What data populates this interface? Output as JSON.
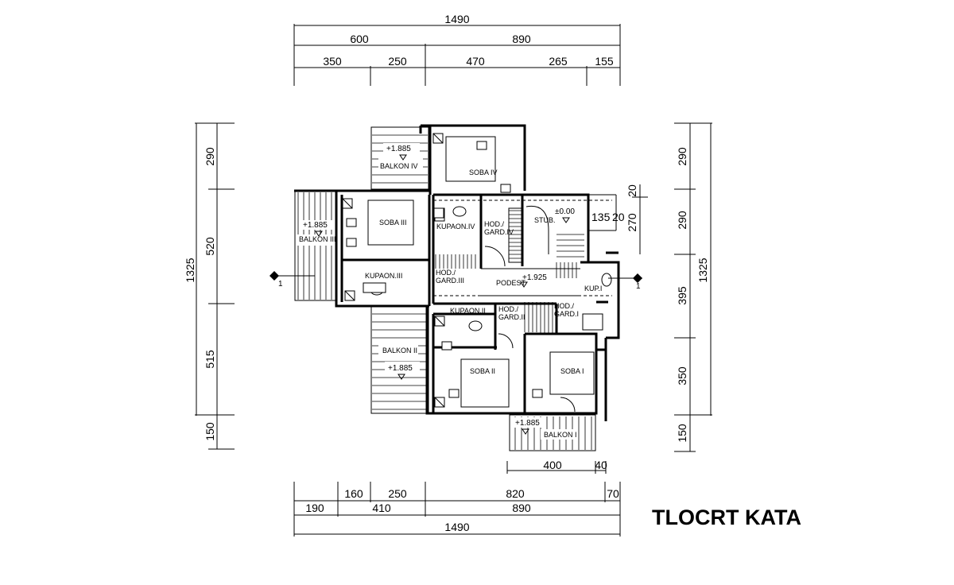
{
  "title": "TLOCRT KATA",
  "dimensions": {
    "top": {
      "total": "1490",
      "row2": [
        "600",
        "890"
      ],
      "row3": [
        "350",
        "250",
        "470",
        "265",
        "155"
      ]
    },
    "bottom": {
      "row1": [
        "160",
        "250",
        "820",
        "70"
      ],
      "row2": [
        "190",
        "410",
        "890"
      ],
      "total": "1490",
      "balcony": [
        "400",
        "40"
      ]
    },
    "left": {
      "total": "1325",
      "segments": [
        "290",
        "520",
        "515",
        "150"
      ]
    },
    "right": {
      "total": "1325",
      "segments": [
        "290",
        "290",
        "395",
        "350",
        "150"
      ],
      "stair": [
        "20",
        "270"
      ],
      "stair_inner": "135",
      "stair_inner2": "20"
    }
  },
  "rooms": {
    "soba_iv": "SOBA IV",
    "soba_iii": "SOBA III",
    "soba_ii": "SOBA II",
    "soba_i": "SOBA I",
    "balkon_iv": "BALKON IV",
    "balkon_iii": "BALKON III",
    "balkon_ii": "BALKON II",
    "balkon_i": "BALKON I",
    "kupaon_iv": "KUPAON.IV",
    "kupaon_iii": "KUPAON.III",
    "kupaon_ii": "KUPAON.II",
    "kup_i": "KUP.I",
    "hod_gard_iv_1": "HOD./",
    "hod_gard_iv_2": "GARD.IV",
    "hod_gard_iii_1": "HOD./",
    "hod_gard_iii_2": "GARD.III",
    "hod_gard_ii_1": "HOD./",
    "hod_gard_ii_2": "GARD.II",
    "hod_gard_i_1": "HOD./",
    "hod_gard_i_2": "GARD.I",
    "podest": "PODEST",
    "stub": "STUB."
  },
  "levels": {
    "balkon_iv": "+1.885",
    "balkon_iii": "+1.885",
    "balkon_ii": "+1.885",
    "balkon_i": "+1.885",
    "podest": "+1.925",
    "stair": "±0.00"
  },
  "section_marks": {
    "left": "1",
    "right": "1"
  }
}
